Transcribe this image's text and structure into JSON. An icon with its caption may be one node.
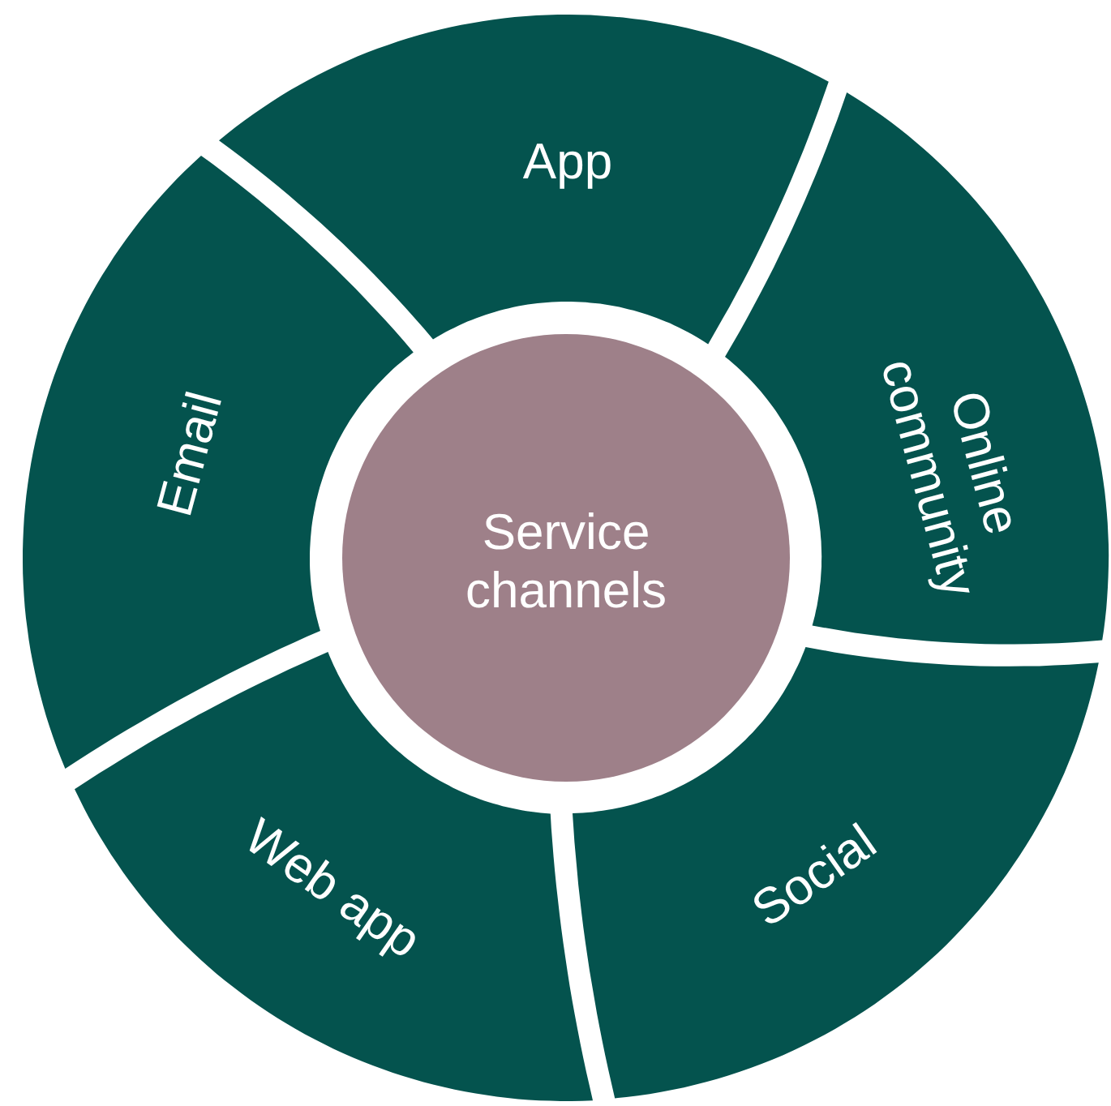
{
  "diagram": {
    "nodes": [
      {
        "text": [
          "Service channels"
        ]
      },
      {
        "text": [
          "App"
        ]
      },
      {
        "text": [
          "Online community"
        ]
      },
      {
        "text": [
          "Social"
        ]
      },
      {
        "text": [
          "Web app"
        ]
      },
      {
        "text": [
          "Email"
        ]
      }
    ]
  }
}
